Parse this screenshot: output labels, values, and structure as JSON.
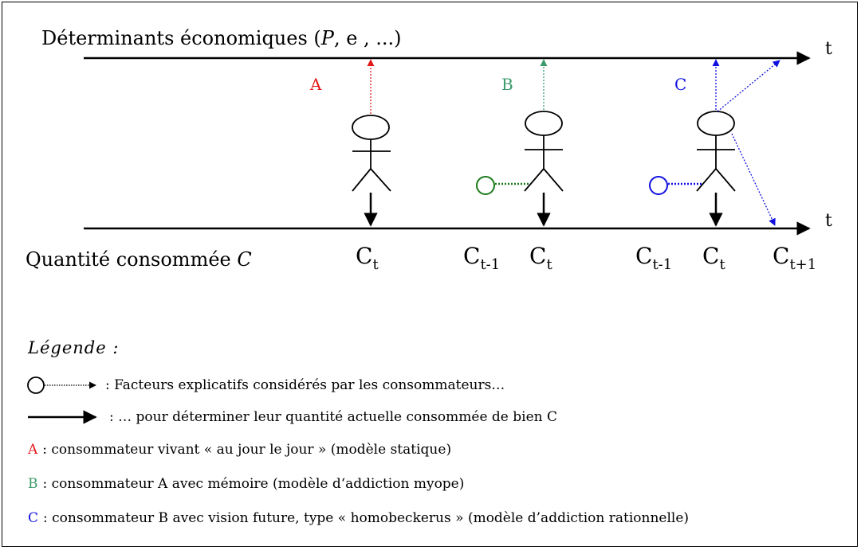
{
  "diagram": {
    "top_axis_label_prefix": "Déterminants économiques (",
    "top_axis_label_vars": "P",
    "top_axis_label_rest": ", e , ...)",
    "time_symbol": "t",
    "bottom_axis_label_text": "Quantité consommée",
    "bottom_axis_label_var": "C",
    "consumers": [
      {
        "letter": "A",
        "color": "#e31a1c"
      },
      {
        "letter": "B",
        "color": "#3a9a6b"
      },
      {
        "letter": "C",
        "color": "#1010e0"
      }
    ],
    "memory_colors": {
      "B": "#1a7a1a",
      "C": "#1010e0"
    },
    "c_labels": [
      {
        "base": "C",
        "sub": "t"
      },
      {
        "base": "C",
        "sub": "t-1"
      },
      {
        "base": "C",
        "sub": "t"
      },
      {
        "base": "C",
        "sub": "t-1"
      },
      {
        "base": "C",
        "sub": "t"
      },
      {
        "base": "C",
        "sub": "t+1"
      }
    ]
  },
  "legend": {
    "title": "Légende :",
    "dotted_text": ": Facteurs explicatifs considérés par les consommateurs…",
    "solid_text": ": … pour déterminer leur quantité actuelle consommée de bien C",
    "items": [
      {
        "letter": "A",
        "text": ": consommateur vivant « au jour le jour » (modèle statique)"
      },
      {
        "letter": "B",
        "text": ": consommateur A avec mémoire (modèle d‘addiction myope)"
      },
      {
        "letter": "C",
        "text": ": consommateur B avec vision future, type « homobeckerus » (modèle d’addiction rationnelle)"
      }
    ]
  }
}
